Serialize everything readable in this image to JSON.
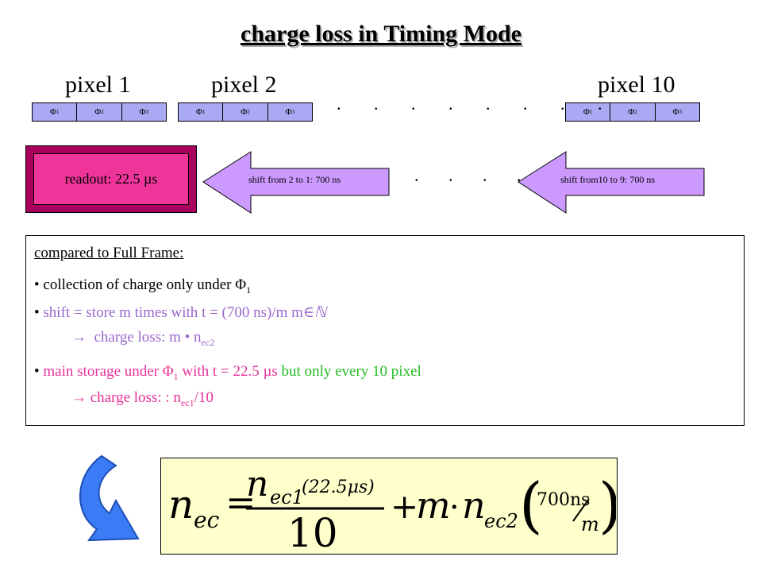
{
  "title": "charge loss in Timing Mode",
  "pixels": [
    {
      "label": "pixel 1"
    },
    {
      "label": "pixel 2"
    },
    {
      "label": "pixel 10"
    }
  ],
  "phase_symbol": "Φ",
  "phase_subscripts": [
    "1",
    "2",
    "3"
  ],
  "top_dots": ". . . . . . . .",
  "mid_dots": ". . . .",
  "readout": {
    "label": "readout: 22.5 µs"
  },
  "arrows": [
    {
      "label": "shift from 2 to 1: 700 ns"
    },
    {
      "label": "shift from10 to 9: 700 ns"
    }
  ],
  "comparison": {
    "heading": "compared to Full Frame:",
    "bullet": "•",
    "collection": {
      "text": "collection of charge only under Φ",
      "sub": "1"
    },
    "shift": {
      "text": "shift =  store m times with t = (700 ns)/m  m∈",
      "set_symbol": "ℕ"
    },
    "shift_loss": {
      "arrow": "→",
      "text": "charge loss: m • n",
      "sub": "ec2"
    },
    "main_storage": {
      "text_a": "main storage under Φ",
      "sub": "1",
      "text_b": " with t = 22.5 µs",
      "text_c": " but only every 10 pixel"
    },
    "main_loss": {
      "arrow": "→",
      "text": "charge loss: : n",
      "sub": "ec1",
      "tail": "/10"
    }
  },
  "formula": {
    "lhs": "n",
    "lhs_sub": "ec",
    "equals": "=",
    "num_n": "n",
    "num_sub": "ec1",
    "num_arg": "(22.5μs)",
    "denominator": "10",
    "plus": "+",
    "m": "m",
    "dot": "·",
    "term2_n": "n",
    "term2_sub": "ec2",
    "paren_open": "(",
    "paren_close": ")",
    "frac_num": "700ns",
    "frac_den": "m"
  },
  "colors": {
    "phase_fill": "#a9a9f4",
    "arrow_fill": "#cc99ff",
    "readout_outer": "#a8005c",
    "readout_inner": "#f0359a",
    "purple_text": "#9966cc",
    "pink_text": "#e6339a",
    "green_text": "#22bb22",
    "formula_bg": "#ffffcc",
    "curved_arrow": "#3b7bf5"
  }
}
